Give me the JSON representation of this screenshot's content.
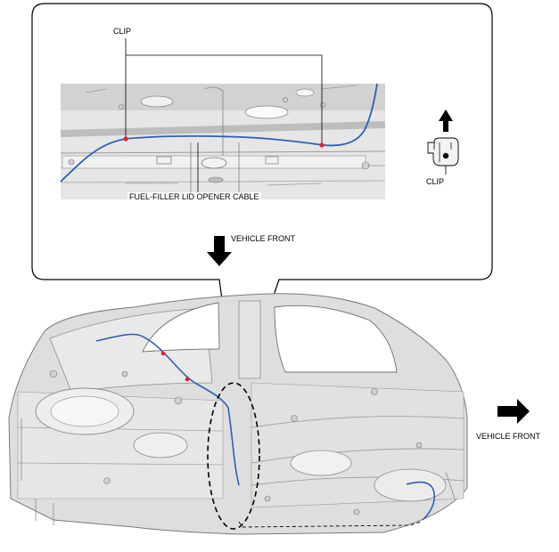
{
  "labels": {
    "clip_top": "CLIP",
    "clip_right": "CLIP",
    "cable": "FUEL-FILLER LID OPENER CABLE",
    "vehicle_front_mid": "VEHICLE FRONT",
    "vehicle_front_right": "VEHICLE FRONT"
  },
  "colors": {
    "cable": "#2f5fb0",
    "clip_marker": "#e0202a",
    "panel_fill": "#dcdcdc",
    "panel_line": "#8a8a8a",
    "arrow": "#000000"
  },
  "icons": {
    "clip": "clip-icon",
    "pull_direction": "arrow-up-icon",
    "front_direction": "arrow-down-icon",
    "front_direction_right": "arrow-right-icon"
  }
}
